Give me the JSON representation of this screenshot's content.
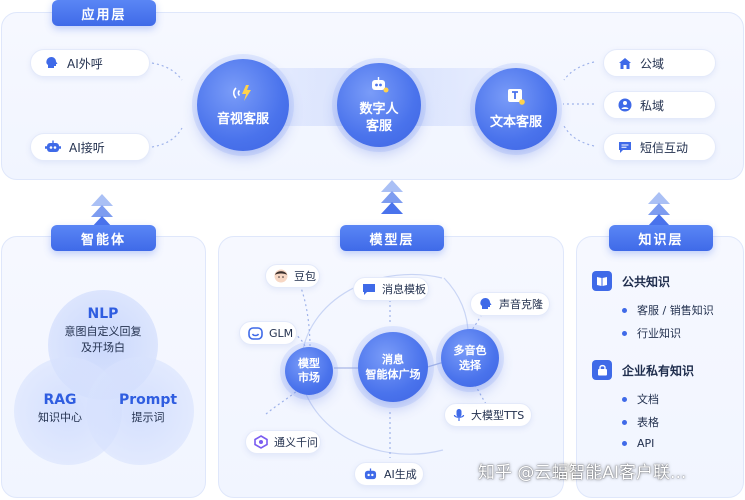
{
  "application_layer": {
    "title": "应用层",
    "left_items": [
      "AI外呼",
      "AI接听"
    ],
    "circles": [
      {
        "label": "音视客服",
        "icon": "voice-wave-icon"
      },
      {
        "label_line1": "数字人",
        "label_line2": "客服",
        "icon": "robot-icon"
      },
      {
        "label": "文本客服",
        "icon": "text-chat-icon"
      }
    ],
    "right_items": [
      {
        "label": "公域",
        "icon": "home-icon"
      },
      {
        "label": "私域",
        "icon": "user-icon"
      },
      {
        "label": "短信互动",
        "icon": "message-icon"
      }
    ]
  },
  "agent_panel": {
    "title": "智能体",
    "nlp": {
      "title": "NLP",
      "line1": "意图自定义回复",
      "line2": "及开场白"
    },
    "rag": {
      "title": "RAG",
      "sub": "知识中心"
    },
    "prompt": {
      "title": "Prompt",
      "sub": "提示词"
    }
  },
  "model_panel": {
    "title": "模型层",
    "nodes": {
      "doubao": "豆包",
      "glm": "GLM",
      "tongyi": "通义千问",
      "msg_template": "消息模板",
      "voice_clone": "声音克隆",
      "tts": "大模型TTS",
      "ai_gen": "AI生成"
    },
    "market": {
      "line1": "模型",
      "line2": "市场"
    },
    "center": {
      "line1": "消息",
      "line2": "智能体广场"
    },
    "multi_voice": {
      "line1": "多音色",
      "line2": "选择"
    }
  },
  "knowledge_panel": {
    "title": "知识层",
    "public": {
      "title": "公共知识",
      "items": [
        "客服 / 销售知识",
        "行业知识"
      ]
    },
    "private": {
      "title": "企业私有知识",
      "items": [
        "文档",
        "表格",
        "API"
      ]
    }
  },
  "watermark": "知乎 @云蝠智能AI客户联...",
  "colors": {
    "accent": "#3f6ae8",
    "light": "#f3f6ff"
  }
}
